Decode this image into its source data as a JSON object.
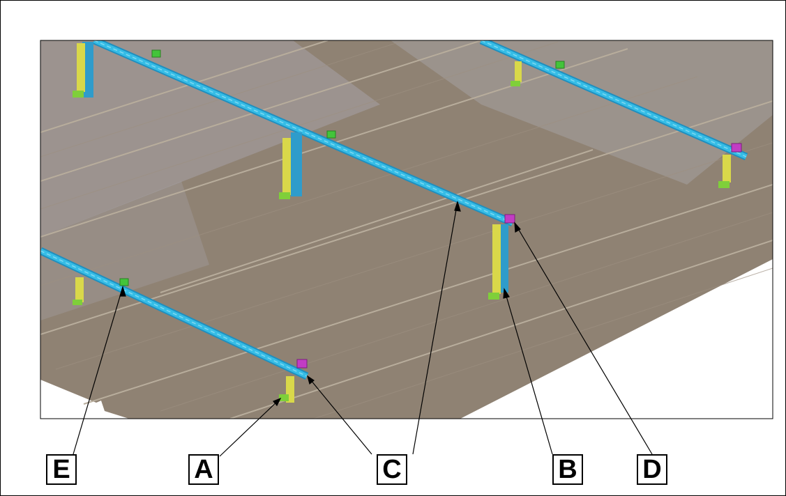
{
  "callouts": [
    {
      "id": "E",
      "text": "E"
    },
    {
      "id": "A",
      "text": "A"
    },
    {
      "id": "C",
      "text": "C"
    },
    {
      "id": "B",
      "text": "B"
    },
    {
      "id": "D",
      "text": "D"
    }
  ],
  "colors": {
    "roof": "#8f8273",
    "roof_dark": "#7d7163",
    "rib": "#b3a897",
    "overlay": "#a7a3a6",
    "rail": "#36bde6",
    "rail_dark": "#1f8fbf",
    "post": "#2f9ccb",
    "bracket": "#d9d84a",
    "bracket_base": "#7fcf3a",
    "clamp_green": "#43c43a",
    "end_clamp": "#c23cc4",
    "leader": "#000000"
  }
}
